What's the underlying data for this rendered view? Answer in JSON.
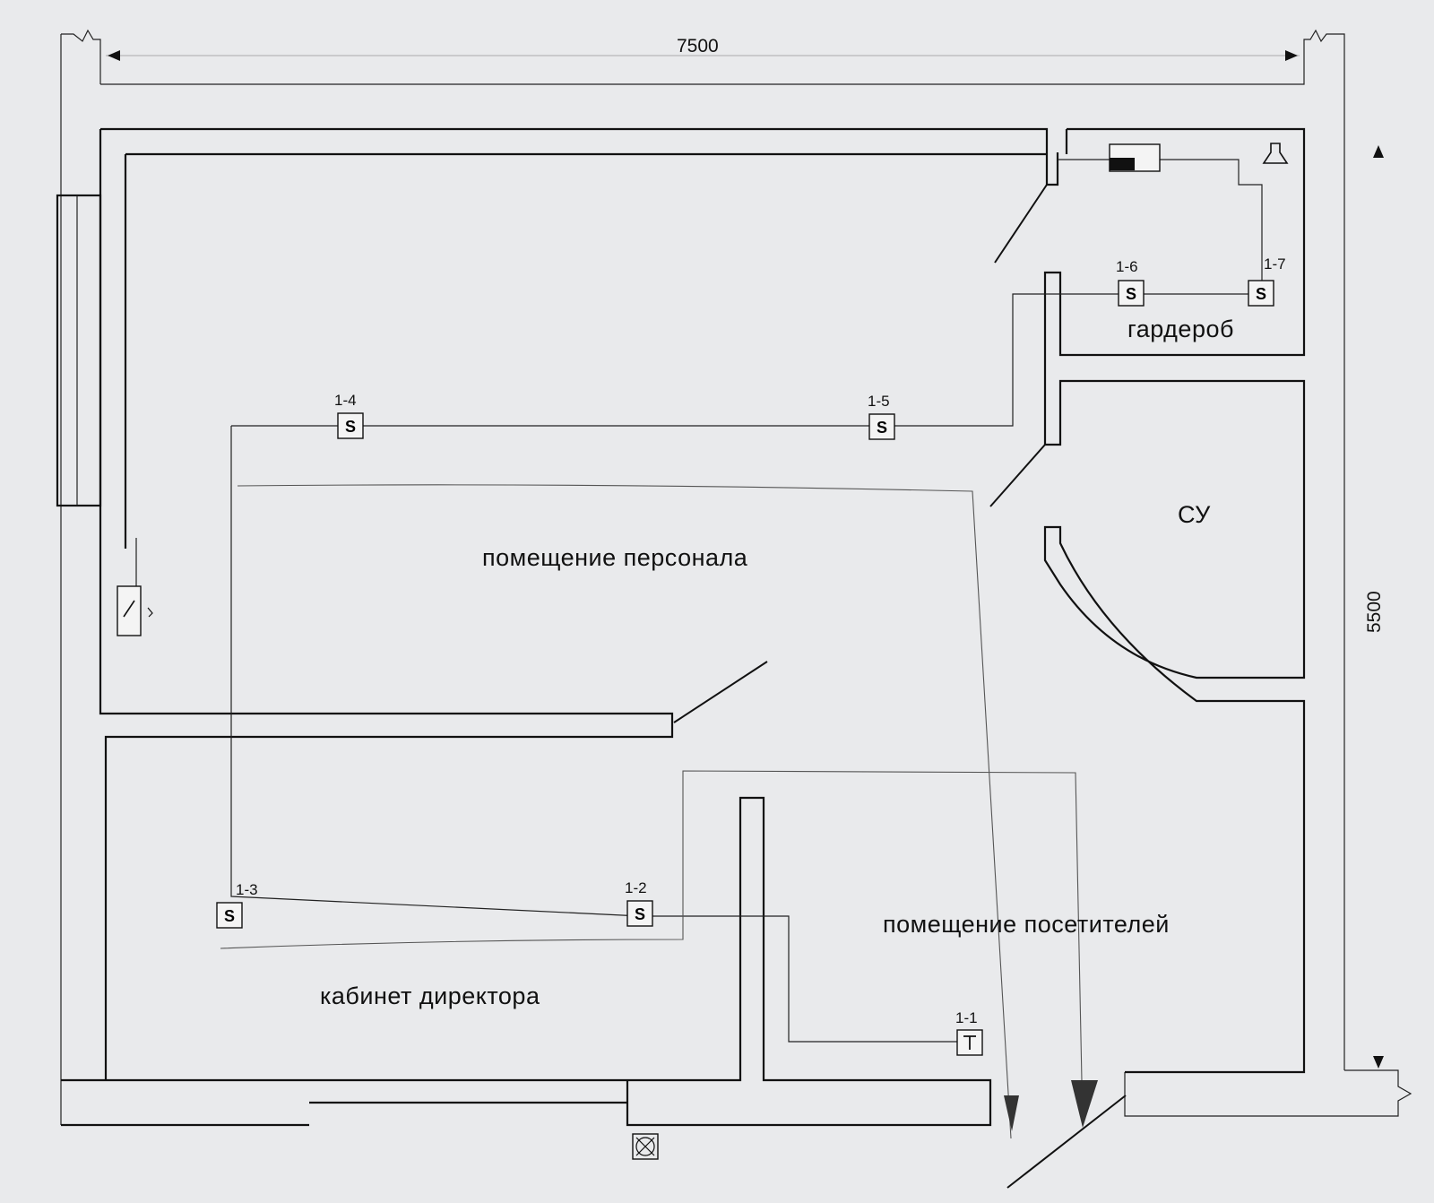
{
  "dimensions": {
    "width": "7500",
    "height": "5500"
  },
  "rooms": {
    "staff": "помещение персонала",
    "wardrobe": "гардероб",
    "wc": "СУ",
    "visitors": "помещение посетителей",
    "director": "кабинет директора"
  },
  "tags": {
    "t1": "1-1",
    "t2": "1-2",
    "t3": "1-3",
    "t4": "1-4",
    "t5": "1-5",
    "t6": "1-6",
    "t7": "1-7"
  },
  "icons": {
    "switch": "switch-s-icon",
    "socket": "socket-y-icon",
    "panel": "distribution-panel-icon",
    "bell": "bell-icon",
    "entrance": "entrance-marker-icon",
    "arrow": "cable-entry-arrow-icon"
  }
}
